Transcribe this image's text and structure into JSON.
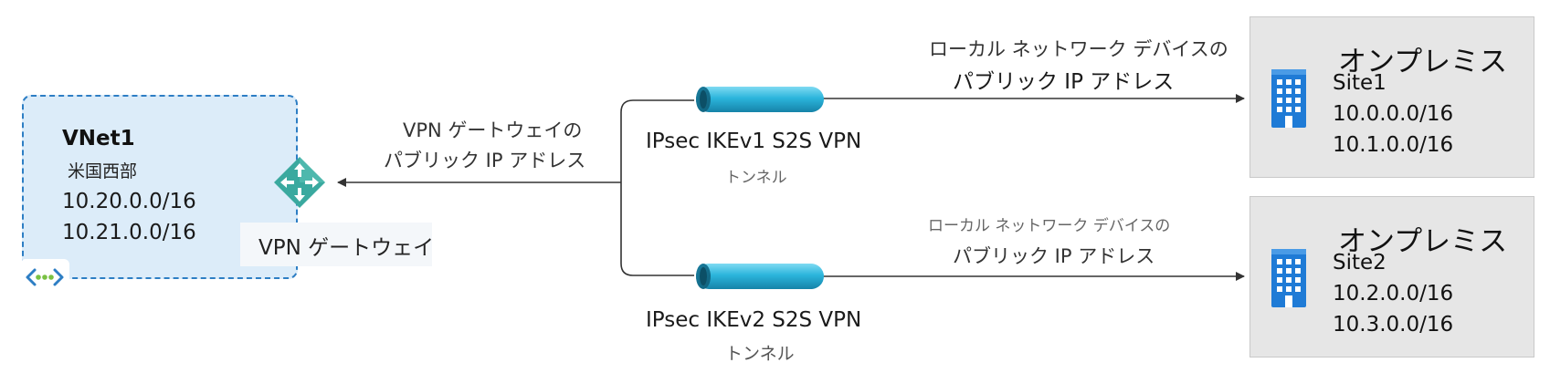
{
  "vnet": {
    "title": "VNet1",
    "region": "米国西部",
    "addresses": [
      "10.20.0.0/16",
      "10.21.0.0/16"
    ],
    "icon": "virtual-network-icon"
  },
  "gateway": {
    "label": "VPN ゲートウェイ",
    "public_ip_line1": "VPN ゲートウェイの",
    "public_ip_line2": "パブリック IP アドレス",
    "icon": "vpn-gateway-icon"
  },
  "tunnels": [
    {
      "name": "IPsec IKEv1 S2S VPN",
      "sub": "トンネル"
    },
    {
      "name": "IPsec IKEv2 S2S VPN",
      "sub": "トンネル"
    }
  ],
  "local_device_labels": [
    {
      "line1": "ローカル ネットワーク デバイスの",
      "line2": "パブリック IP アドレス"
    },
    {
      "line1": "ローカル ネットワーク デバイスの",
      "line2": "パブリック IP アドレス"
    }
  ],
  "sites": [
    {
      "title": "オンプレミス",
      "name": "Site1",
      "addresses": [
        "10.0.0.0/16",
        "10.1.0.0/16"
      ],
      "icon": "building-icon"
    },
    {
      "title": "オンプレミス",
      "name": "Site2",
      "addresses": [
        "10.2.0.0/16",
        "10.3.0.0/16"
      ],
      "icon": "building-icon"
    }
  ],
  "colors": {
    "vnet_fill": "#dcecf9",
    "vnet_border": "#2d7ec4",
    "gateway": "#3aa99f",
    "pipe": "#2bb5dc",
    "building": "#1f7bd6",
    "site_fill": "#e6e6e6"
  }
}
